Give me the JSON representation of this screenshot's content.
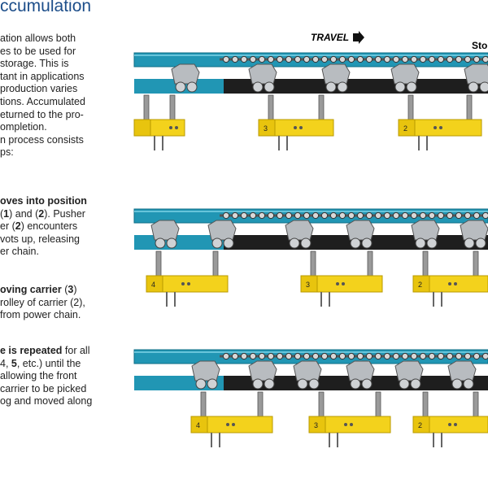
{
  "heading": "ccumulation",
  "intro": [
    "ation allows both",
    "es to be used for",
    "storage.  This is",
    "tant in applications",
    " production varies",
    "tions.  Accumulated",
    "eturned to the pro-",
    "ompletion.",
    "n process consists",
    "ps:"
  ],
  "step1": {
    "bold": "oves into position",
    "l2a": "(",
    "n1": "1",
    "l2b": ") and (",
    "n2": "2",
    "l2c": ").  Pusher",
    "l3a": "er (",
    "n3": "2",
    "l3b": ") encounters",
    "l4": "vots up, releasing",
    "l5": "er chain."
  },
  "step2": {
    "bold1": "oving carrier",
    "sp": " (",
    "n": "3",
    "cp": ")",
    "l2": "rolley of carrier (2),",
    "l3": "from power chain."
  },
  "step3": {
    "bold": "e is repeated",
    "rest": " for all",
    "l2a": "4, ",
    "n5": "5",
    "l2b": ", etc.) until the",
    "l3": "allowing the front",
    "l4": " carrier to be picked",
    "l5": "og and moved along"
  },
  "diagram": {
    "travel_label": "TRAVEL",
    "stop_label": "Sto",
    "colors": {
      "rail": "#2196b4",
      "chain": "#1e1e1e",
      "carrier": "#f3d21c",
      "trolley": "#b8bcc0"
    },
    "panels": [
      {
        "carriers": [
          "",
          "3",
          "2"
        ]
      },
      {
        "carriers": [
          "4",
          "3",
          "2"
        ]
      },
      {
        "carriers": [
          "4",
          "3",
          "2"
        ]
      }
    ]
  }
}
